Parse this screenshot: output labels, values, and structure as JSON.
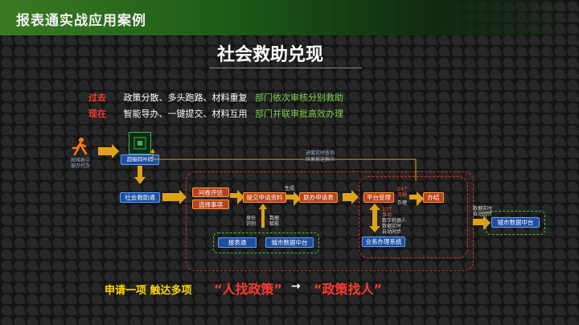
{
  "header": {
    "title": "报表通实战应用案例"
  },
  "slide": {
    "title": "社会救助兑现"
  },
  "comparison": {
    "past_label": "过去",
    "past_text": "政策分散、多头跑路、材料重复",
    "past_result": "部门依次审核分别救助",
    "now_label": "现在",
    "now_text": "智能导办、一键提交、材料互用",
    "now_result": "部门并联审批高效办理"
  },
  "flow": {
    "person_label": "困难群众\n被办代办",
    "code_label": "超级码叶码",
    "help_link": "社会救助通",
    "survey": "问卷评估",
    "select": "选择事项",
    "submit": "提交申请资料",
    "generate": "生成",
    "joint": "联办申请表",
    "platform": "平台受理",
    "done": "办结",
    "hours24": "24个\n流程",
    "done_sub": "办理",
    "hours22": "22个\n事项",
    "sync_text": "数字机器人\n数据实时\n自动同步",
    "biz": "业务办理系统",
    "identity": "身份\n识别",
    "data_share": "数据\n赋能",
    "baobiaotong": "报表通",
    "city_data": "城市数据中台",
    "progress_line1": "进度实时查询",
    "progress_line2": "结果推送群众",
    "realtime": "数据实时\n自动回传",
    "city_data_right": "城市数据中台"
  },
  "footer": {
    "left": "申请一项 触达多项",
    "quote1": "“人找政策”",
    "arrow": "→",
    "quote2": "“政策找人”"
  }
}
